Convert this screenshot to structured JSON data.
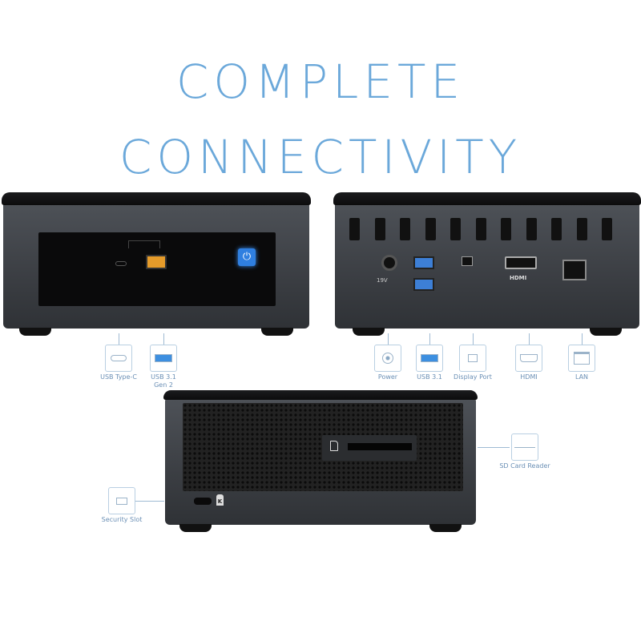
{
  "headline": {
    "line1": "COMPLETE",
    "line2": "CONNECTIVITY"
  },
  "colors": {
    "headline": "#5b9fd6",
    "callout_text": "#6a8fb5",
    "usb3_port": "#3d7fd6",
    "usb_gen2_port": "#e59b2a",
    "power_button": "#2f7fe0"
  },
  "front_view": {
    "callouts": [
      {
        "label": "USB Type-C",
        "icon": "usb-c-icon"
      },
      {
        "label": "USB 3.1\nGen 2",
        "icon": "usb-a-icon"
      }
    ]
  },
  "rear_view": {
    "port_markings": {
      "power": "19V",
      "hdmi": "HDMI"
    },
    "callouts": [
      {
        "label": "Power",
        "icon": "power-jack-icon"
      },
      {
        "label": "USB 3.1",
        "icon": "usb-a-icon"
      },
      {
        "label": "Display Port",
        "icon": "displayport-icon"
      },
      {
        "label": "HDMI",
        "icon": "hdmi-icon"
      },
      {
        "label": "LAN",
        "icon": "ethernet-icon"
      }
    ]
  },
  "side_view": {
    "callouts": [
      {
        "label": "SD Card Reader",
        "icon": "sd-card-icon"
      },
      {
        "label": "Security Slot",
        "icon": "lock-slot-icon"
      }
    ]
  }
}
